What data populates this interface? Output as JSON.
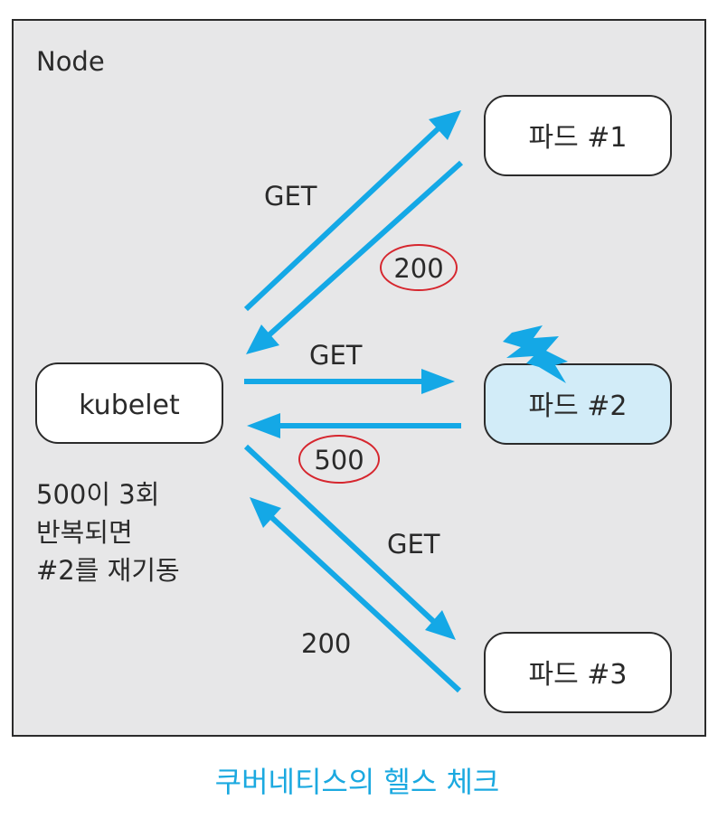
{
  "node": {
    "label": "Node"
  },
  "kubelet": {
    "label": "kubelet"
  },
  "pods": [
    {
      "label": "파드 #1"
    },
    {
      "label": "파드 #2"
    },
    {
      "label": "파드 #3"
    }
  ],
  "requests": {
    "pod1_request": "GET",
    "pod1_response": "200",
    "pod2_request": "GET",
    "pod2_response": "500",
    "pod3_request": "GET",
    "pod3_response": "200"
  },
  "note": {
    "lines": [
      "500이 3회",
      "반복되면",
      "#2를 재기동"
    ]
  },
  "caption": "쿠버네티스의 헬스 체크",
  "colors": {
    "arrow": "#14a8e6",
    "caption": "#1ba9e0",
    "circle": "#d6262e",
    "frame_fill": "#e7e7e8",
    "box_fill": "#ffffff",
    "failing_pod_fill": "#d2ecf8",
    "lightning": "#14a8e6"
  },
  "icons": {
    "failure": "lightning-bolt-icon"
  }
}
